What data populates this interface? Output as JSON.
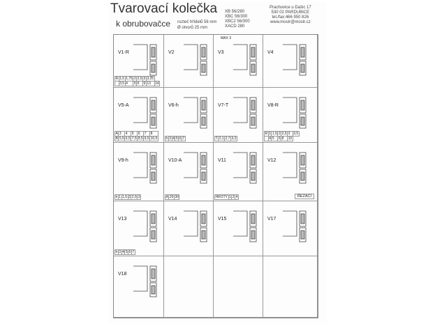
{
  "header": {
    "title": "Tvarovací kolečka",
    "subtitle": "k obrubovačce",
    "spec1": "rozteč hřídelů 56 mm",
    "spec2": "Ø otvorů 25 mm",
    "models": [
      "XB 56/280",
      "XBC 56/300",
      "XBC2 56/300",
      "XACD 280"
    ],
    "address": [
      "Prachovice u Dašic 17",
      "530 02 PARDUBICE",
      "tel./fax:466 950 826",
      "www.mostr@mostr.cz"
    ]
  },
  "cells": [
    {
      "label": "V1-R",
      "table": [
        [
          "R",
          "1,5",
          "1,75",
          "2",
          "2,5",
          "3",
          "3,25"
        ],
        [
          "",
          "3,5",
          "4",
          "5",
          "6",
          "9",
          "13",
          "14"
        ]
      ]
    },
    {
      "label": "V2"
    },
    {
      "label": "V3",
      "note": "MAX 3"
    },
    {
      "label": "V4"
    },
    {
      "label": "V5-A",
      "table": [
        [
          "A",
          "3",
          "4",
          "5",
          "6",
          "7",
          "8"
        ],
        [
          "B",
          "5,5",
          "6,5",
          "7,5",
          "8,5",
          "9,5",
          "10,5"
        ]
      ]
    },
    {
      "label": "V6-h",
      "table": [
        [
          "h",
          "3",
          "4",
          "5",
          "6",
          "7"
        ]
      ]
    },
    {
      "label": "V7-T",
      "table": [
        [
          "T",
          "2,1",
          "2,7",
          "3,2"
        ]
      ]
    },
    {
      "label": "V8-R",
      "table": [
        [
          "R",
          "1",
          "1,5",
          "2",
          "2,5",
          "3",
          "3,5"
        ],
        [
          "",
          "4",
          "5",
          "6",
          "8",
          "10"
        ]
      ]
    },
    {
      "label": "V9-h",
      "table": [
        [
          "h",
          "1",
          "1,5",
          "2",
          "2,5",
          "3"
        ]
      ]
    },
    {
      "label": "V10-A",
      "table": [
        [
          "A",
          "20",
          "30"
        ]
      ]
    },
    {
      "label": "V11",
      "table": [
        [
          "HROTY",
          "1",
          "2",
          "4"
        ]
      ]
    },
    {
      "label": "V12",
      "cut": "ŘEZACÍ"
    },
    {
      "label": "V13",
      "table": [
        [
          "h",
          "3",
          "4",
          "5",
          "6",
          "7"
        ]
      ]
    },
    {
      "label": "V14"
    },
    {
      "label": "V15"
    },
    {
      "label": "V17"
    },
    {
      "label": "V18"
    },
    {
      "label": ""
    },
    {
      "label": ""
    },
    {
      "label": ""
    }
  ]
}
